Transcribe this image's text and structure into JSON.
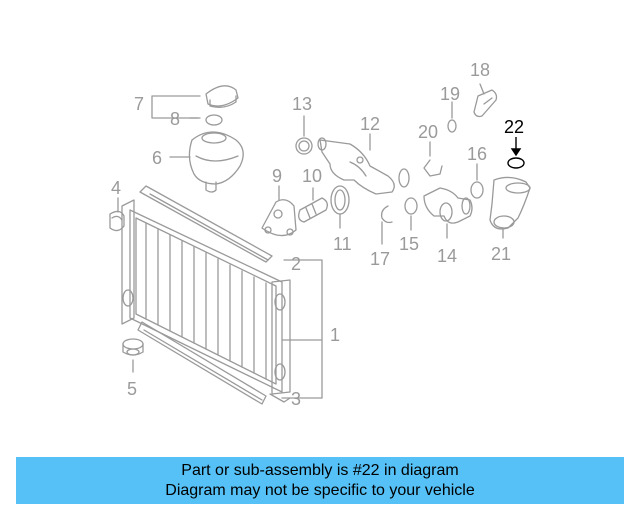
{
  "diagram": {
    "callouts": [
      "1",
      "2",
      "3",
      "4",
      "5",
      "6",
      "7",
      "8",
      "9",
      "10",
      "11",
      "12",
      "13",
      "14",
      "15",
      "16",
      "17",
      "18",
      "19",
      "20",
      "21",
      "22"
    ],
    "highlighted_part": "22",
    "colors": {
      "line": "#9a9a9a",
      "highlight": "#000000",
      "banner": "#55c1f6"
    }
  },
  "banner": {
    "line1": "Part or sub-assembly is #22 in diagram",
    "line2": "Diagram may not be specific to your vehicle"
  }
}
